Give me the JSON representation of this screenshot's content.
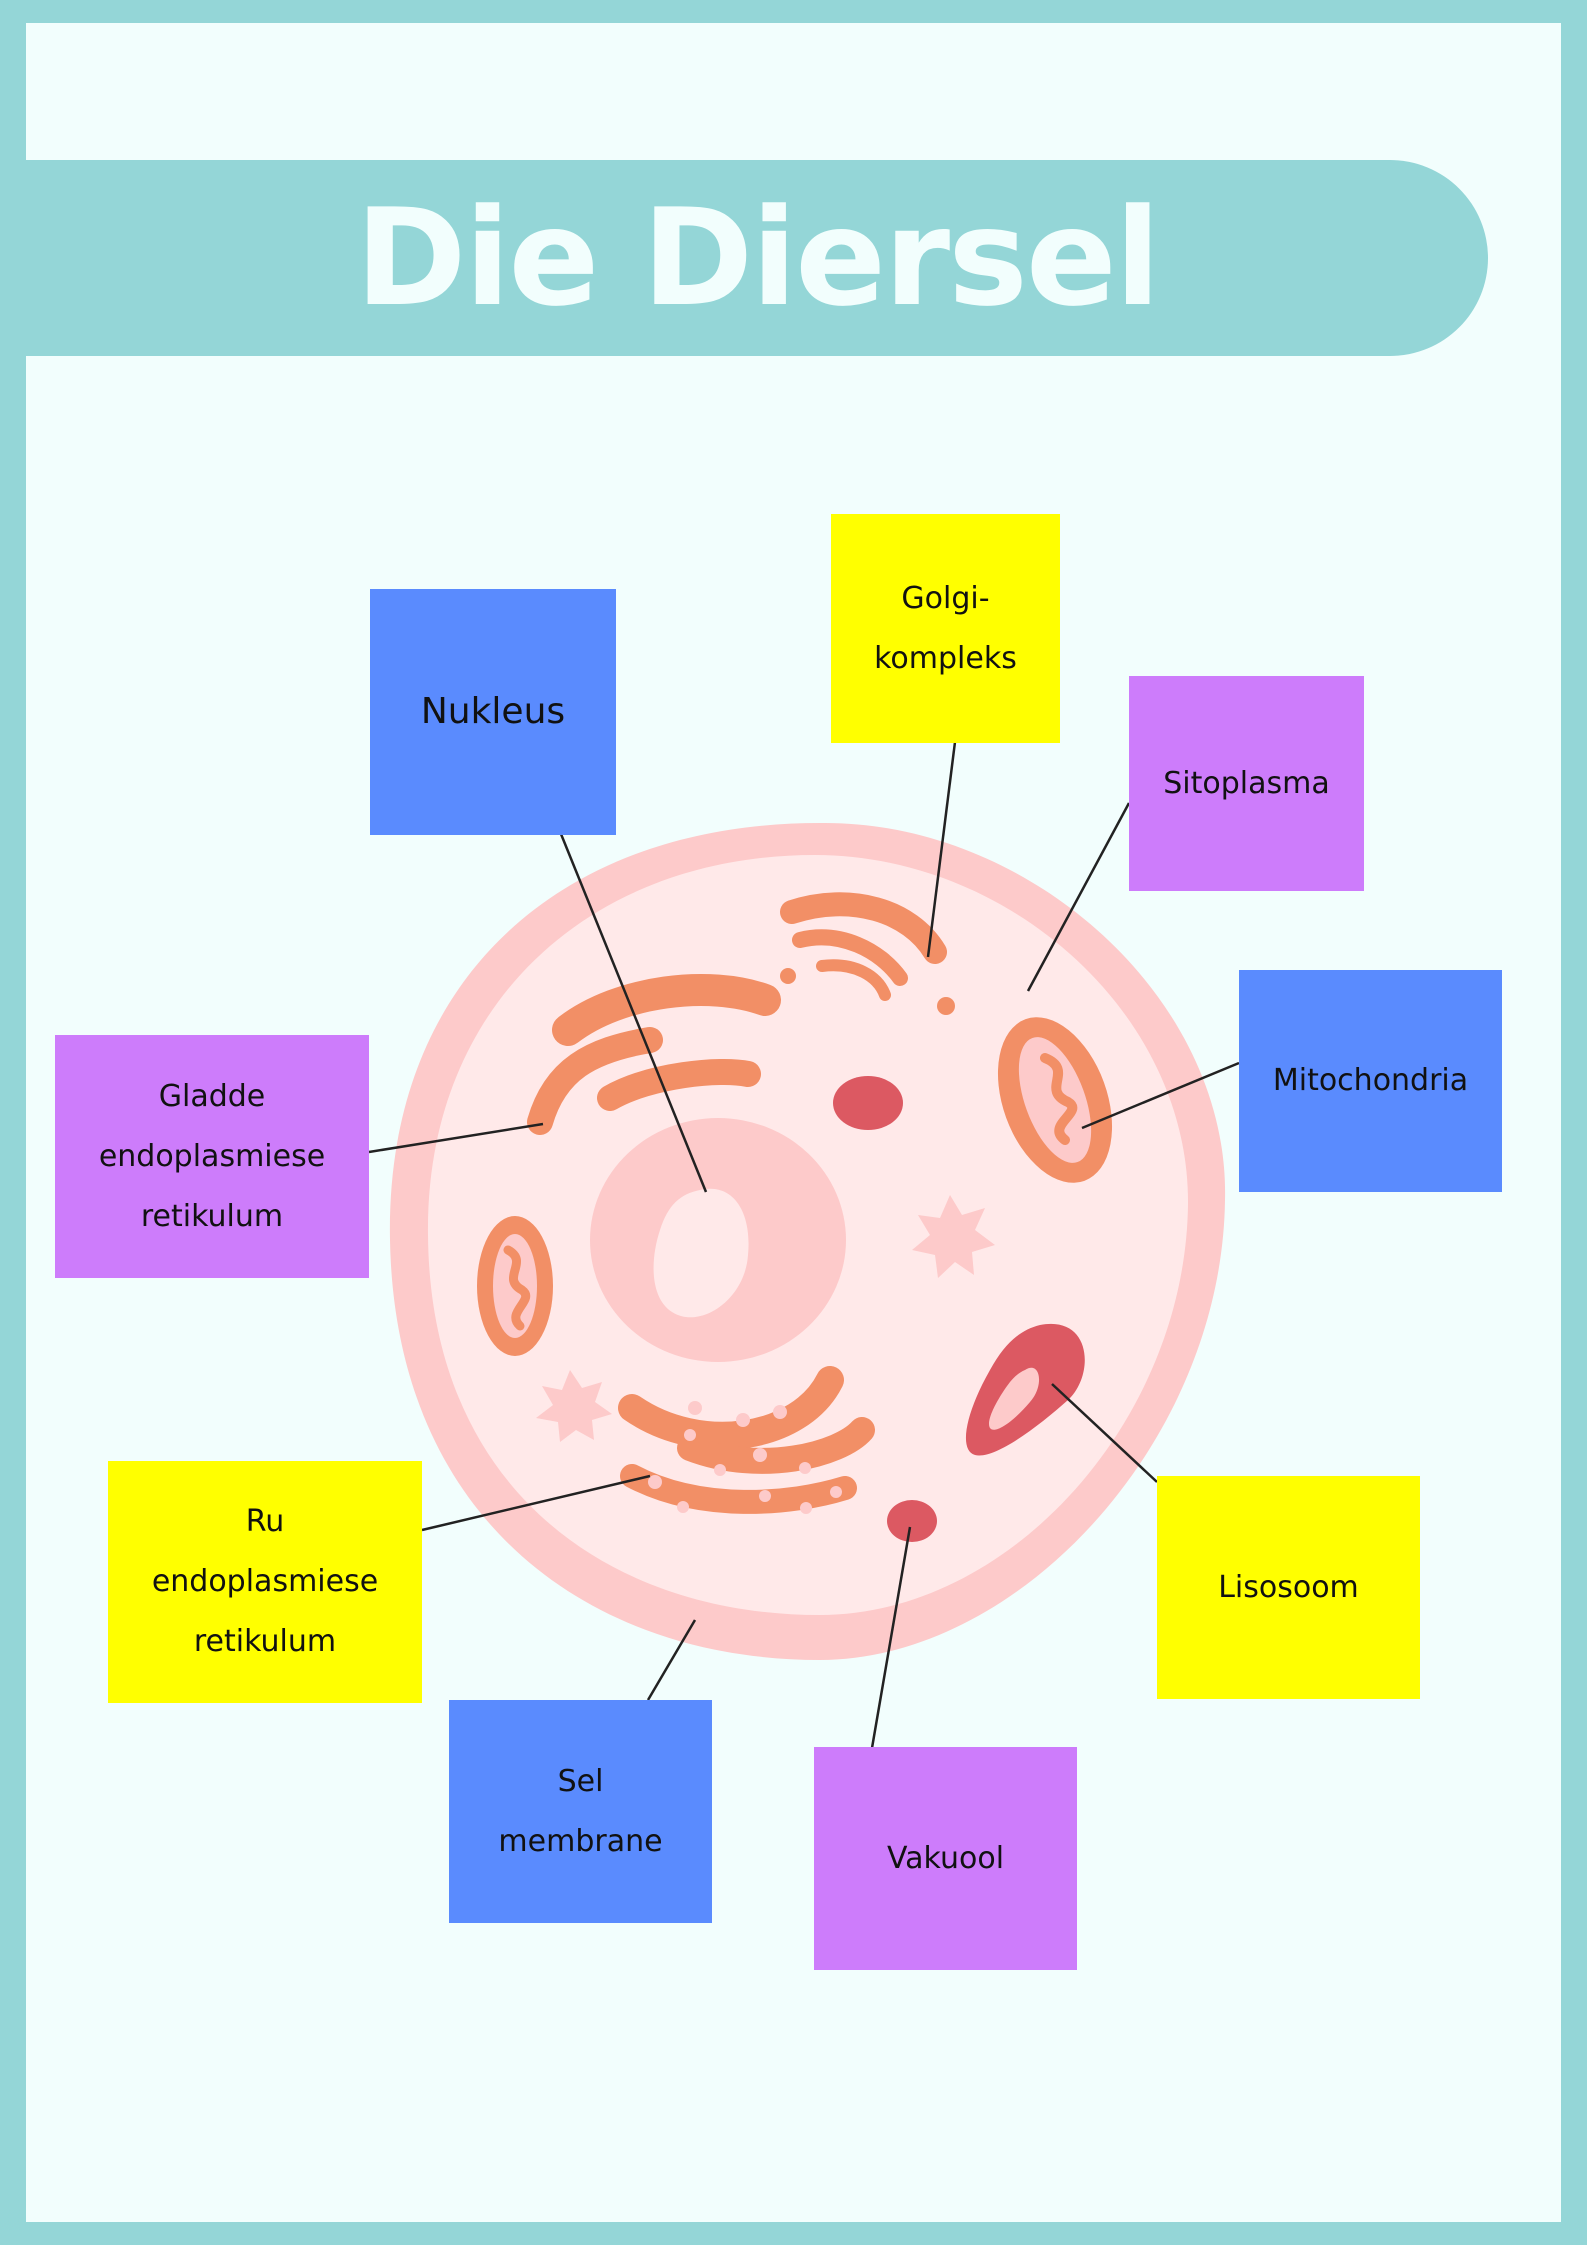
{
  "title": "Die Diersel",
  "colors": {
    "frame": "#94d6d7",
    "background": "#f2fefd",
    "blue_label": "#5a8bfe",
    "yellow_label": "#ffff00",
    "purple_label": "#cd7cfb",
    "cell_outer": "#fdcaca",
    "cell_inner": "#ffe9e9",
    "organelle": "#f28f66",
    "vesicle_red": "#dc5962"
  },
  "labels": {
    "nucleus": "Nukleus",
    "golgi_line1": "Golgi-",
    "golgi_line2": "kompleks",
    "cytoplasm": "Sitoplasma",
    "mitochondria": "Mitochondria",
    "smooth_er_line1": "Gladde",
    "smooth_er_line2": "endoplasmiese",
    "smooth_er_line3": "retikulum",
    "rough_er_line1": "Ru",
    "rough_er_line2": "endoplasmiese",
    "rough_er_line3": "retikulum",
    "lysosome": "Lisosoom",
    "membrane_line1": "Sel",
    "membrane_line2": "membrane",
    "vacuole": "Vakuool"
  }
}
